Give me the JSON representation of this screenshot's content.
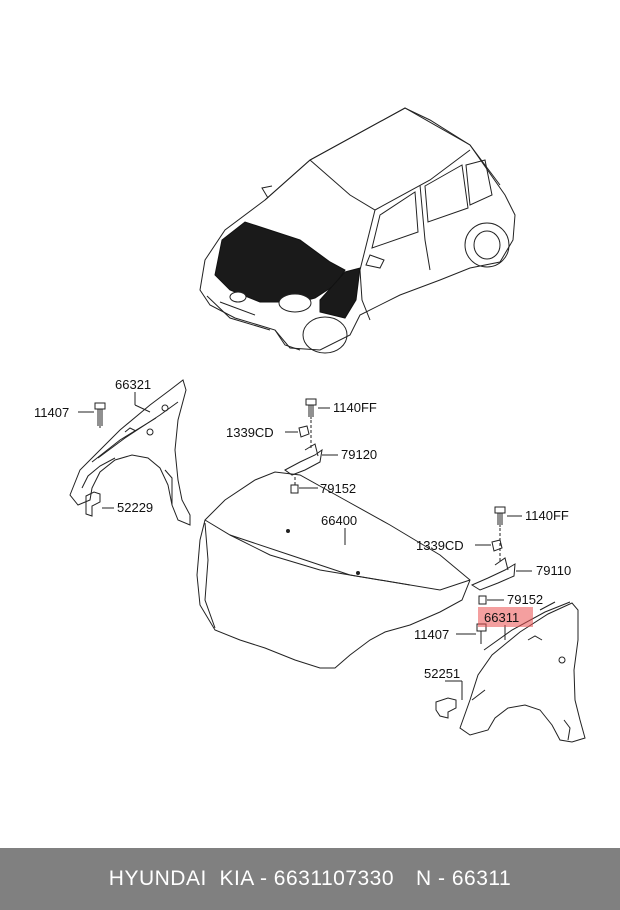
{
  "labels": {
    "p66321": "66321",
    "p11407_left": "11407",
    "p52229": "52229",
    "p1140FF_top": "1140FF",
    "p1339CD_top": "1339CD",
    "p79120": "79120",
    "p79152_top": "79152",
    "p66400": "66400",
    "p1140FF_right": "1140FF",
    "p1339CD_right": "1339CD",
    "p79110": "79110",
    "p79152_right": "79152",
    "p66311": "66311",
    "p11407_right": "11407",
    "p52251": "52251"
  },
  "highlight_color": "#eb5050",
  "footer": {
    "brand": "HYUNDAI  KIA - 6631107330",
    "part": "N - 66311"
  }
}
